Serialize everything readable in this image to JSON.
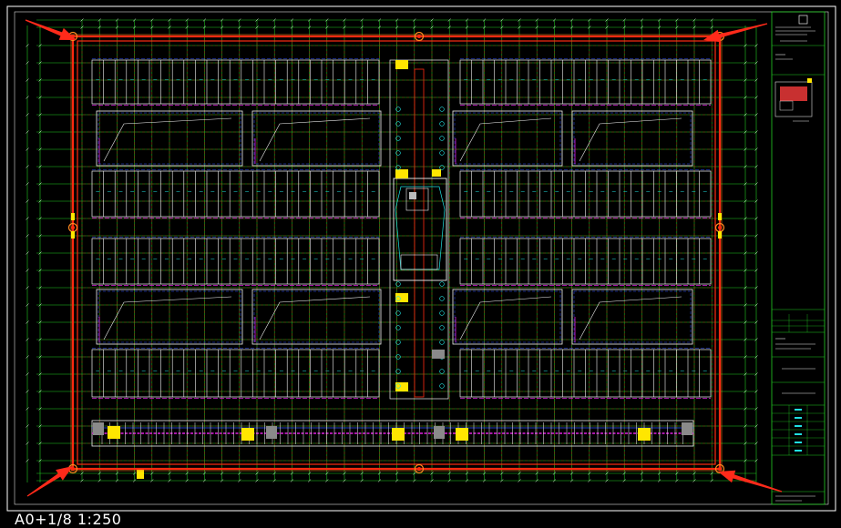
{
  "drawing": {
    "scale_caption": "A0+1/8  1:250",
    "background": "#000000",
    "colors": {
      "frame": "#ffffff",
      "grid_green": "#22cc22",
      "wall_red": "#ff2a10",
      "axis_red": "#c81010",
      "parking_white": "#f2f2f2",
      "pipe_magenta": "#e020e0",
      "pipe_blue": "#3050ff",
      "pipe_cyan": "#20e0e0",
      "equipment_yellow": "#ffe600",
      "equipment_grey": "#8a8a8a",
      "pointer_arrow": "#ff2a1a",
      "column_orange": "#ff8a20"
    },
    "pointer_arrows": [
      "corner-top-left",
      "corner-top-right",
      "corner-bottom-left",
      "corner-bottom-right"
    ]
  }
}
